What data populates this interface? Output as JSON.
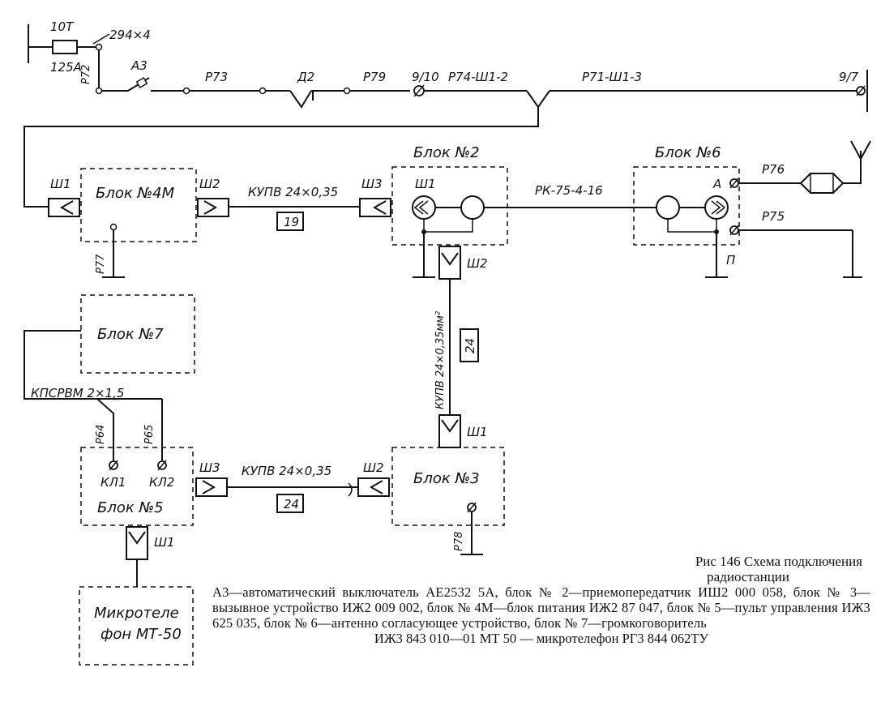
{
  "labels": {
    "fuse": "10Т",
    "fuse_rating": "125А",
    "cable_main": "294×4",
    "r72": "Р72",
    "a3": "А3",
    "r73": "Р73",
    "d2": "Д2",
    "r79": "Р79",
    "term_9_10": "9/10",
    "r74": "Р74-Ш1-2",
    "r71": "Р71-Ш1-3",
    "term_9_7": "9/7",
    "b2_title": "Блок №2",
    "b6_title": "Блок №6",
    "b4_title": "Блок №4М",
    "b7_title": "Блок №7",
    "b5_title": "Блок №5",
    "b3_title": "Блок №3",
    "mt_line1": "Микротеле",
    "mt_line2": "фон МТ-50",
    "sh1": "Ш1",
    "sh2": "Ш2",
    "sh3": "Ш3",
    "kupv_1": "КУПВ 24×0,35",
    "tag_19": "19",
    "rk": "РК-75-4-16",
    "pin_a": "А",
    "pin_p": "П",
    "r76": "Р76",
    "r75": "Р75",
    "r77": "Р77",
    "kupv_vert": "КУПВ 24×0,35мм²",
    "tag_24": "24",
    "kpsrvm": "КПСРВМ 2×1,5",
    "r64": "Р64",
    "r65": "Р65",
    "kl1": "КЛ1",
    "kl2": "КЛ2",
    "kupv_2": "КУПВ 24×0,35",
    "tag_24b": "24",
    "r78": "Р78"
  },
  "caption": {
    "title": "Рис 146 Схема подключения",
    "title2": "радиостанции",
    "body": "А3—автоматический выключатель АЕ2532 5А, блок № 2—приемопередатчик ИШ2 000 058, блок № 3—вызывное устройство ИЖ2 009 002, блок № 4М—блок питания ИЖ2 87 047, блок № 5—пульт управления ИЖ3 625 035, блок № 6—антенно согласующее устройство, блок № 7—громкоговоритель",
    "last": "ИЖ3 843 010—01 МТ 50 — микротелефон РГ3 844 062ТУ"
  }
}
